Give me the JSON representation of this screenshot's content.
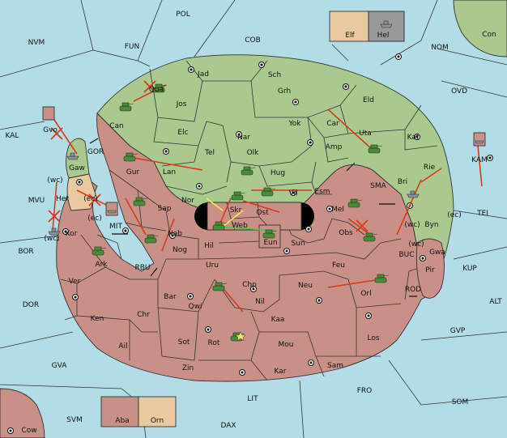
{
  "sea_labels": {
    "pol": "POL",
    "nwm": "NVM",
    "fun": "FUN",
    "cob": "COB",
    "nom": "NOM",
    "con": "Con",
    "ovd": "OVD",
    "kal": "KAL",
    "gor": "GOR",
    "mvu": "MVU",
    "mit": "MIT",
    "bor": "BOR",
    "rbu": "RBU",
    "dor": "DOR",
    "gva": "GVA",
    "svm": "SVM",
    "cow": "Cow",
    "dax": "DAX",
    "lit": "LIT",
    "fro": "FRO",
    "som": "SOM",
    "gvp": "GVP",
    "alt": "ALT",
    "kup": "KUP",
    "rod": "ROD",
    "buc": "BUC",
    "sma": "SMA",
    "tei": "TEI",
    "kam": "KAM"
  },
  "land_labels": {
    "jad": "Jad",
    "sch": "Sch",
    "qua": "Qua",
    "jos": "Jos",
    "grh": "Grh",
    "eld": "Eld",
    "can": "Can",
    "elc": "Elc",
    "nar": "Nar",
    "yok": "Yok",
    "car": "Car",
    "uta": "Uta",
    "kat": "Kat",
    "tel": "Tel",
    "olk": "Olk",
    "amp": "Amp",
    "gur": "Gur",
    "lan": "Lan",
    "hug": "Hug",
    "bri": "Bri",
    "rie": "Rie",
    "nor": "Nor",
    "vil": "Vil",
    "esm": "Esm",
    "gaw": "Gaw",
    "her": "Her",
    "sap": "Sap",
    "skr": "Skr",
    "ost": "Ost",
    "web": "Web",
    "mel": "Mel",
    "byn": "Byn",
    "kor": "Kor",
    "nab": "Nab",
    "eun": "Eun",
    "obs": "Obs",
    "gwa": "Gwa",
    "ark": "Ark",
    "nog": "Nog",
    "hil": "Hil",
    "sun": "Sun",
    "pir": "Pir",
    "uru": "Uru",
    "feu": "Feu",
    "ver": "Ver",
    "bar": "Bar",
    "chp": "Chp",
    "neu": "Neu",
    "orl": "Orl",
    "qwi": "Qwi",
    "nil": "Nil",
    "ken": "Ken",
    "chr": "Chr",
    "kaa": "Kaa",
    "los": "Los",
    "ail": "Ail",
    "sot": "Sot",
    "rot": "Rot",
    "mou": "Mou",
    "zin": "Zin",
    "kar": "Kar",
    "sam": "Sam",
    "gvo": "Gvo"
  },
  "coast_labels": {
    "her_wc": "(wc)",
    "her_ec": "(ec)",
    "kor_ec": "(ec)",
    "kor_wc": "(wc)",
    "byn_wc": "(wc)",
    "byn_ec": "(ec)",
    "gwa_wc": "(wc)"
  },
  "legend": {
    "top_left": "Elf",
    "top_right": "Hel",
    "bottom_left": "Aba",
    "bottom_right": "Orn"
  },
  "colors": {
    "sea": "#b3dde6",
    "green": "#a9c98f",
    "red": "#c99088",
    "tan": "#e9c9a0",
    "order_move": "#d63b1a",
    "order_support": "#ffe45c",
    "order_convoy": "#3bd13b"
  }
}
